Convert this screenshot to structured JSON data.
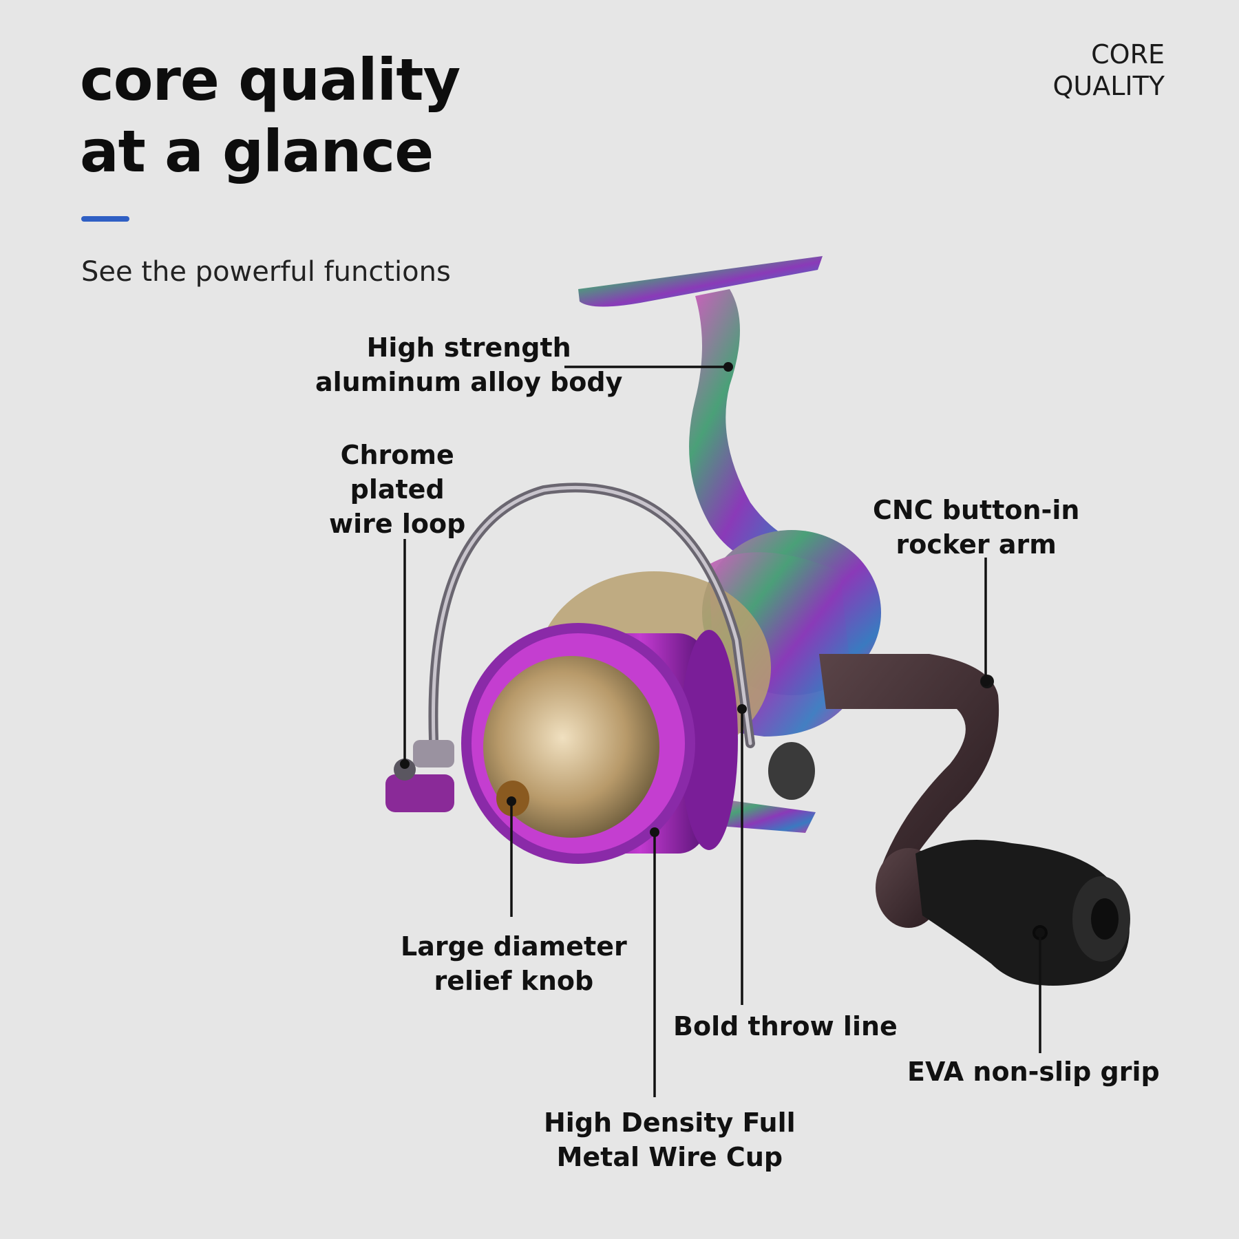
{
  "header": {
    "title_lines": [
      "core quality",
      "at a glance"
    ],
    "subtitle": "See the powerful functions",
    "corner_lines": [
      "CORE",
      "QUALITY"
    ]
  },
  "callouts": {
    "body": [
      "High strength",
      "aluminum alloy body"
    ],
    "wire_loop": [
      "Chrome",
      "plated",
      "wire loop"
    ],
    "rocker_arm": [
      "CNC button-in",
      "rocker arm"
    ],
    "knob": [
      "Large diameter",
      "relief knob"
    ],
    "throw_line": [
      "Bold throw line"
    ],
    "grip": [
      "EVA non-slip grip"
    ],
    "wire_cup": [
      "High Density Full",
      "Metal Wire Cup"
    ]
  },
  "colors": {
    "background": "#e6e6e6",
    "accent": "#2f5fc4",
    "reel_purple": "#a12ab8",
    "reel_green": "#4a8a6a",
    "reel_gold": "#c8a85a",
    "handle_dark": "#3a2a2e",
    "grip_black": "#1a1a1a"
  }
}
